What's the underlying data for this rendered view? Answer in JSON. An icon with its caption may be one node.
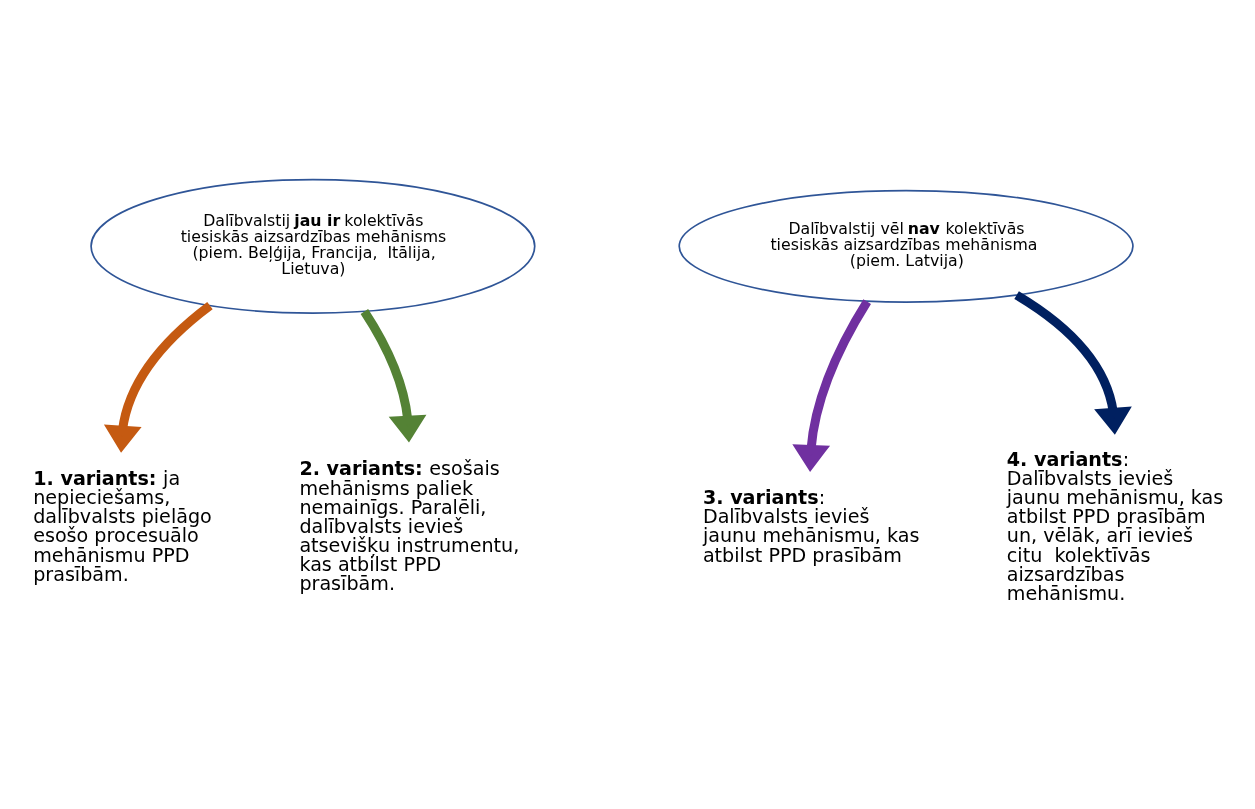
{
  "diagram": {
    "nodes": [
      {
        "text": [
          "Dalībvalstij **jau ir** kolektīvās tiesiskās aizsardzības mehānisms (piem. Beļģija, Francija,  Itālija, Lietuva)"
        ]
      },
      {
        "text": [
          "Dalībvalstij vēl **nav** kolektīvās tiesiskās aizsardzības mehānisma  (piem. Latvija)"
        ]
      },
      {
        "text": [
          "**1. variants:** ja nepieciešams, dalībvalsts pielāgo esošo procesuālo mehānismu PPD prasībām."
        ]
      },
      {
        "text": [
          "**2. variants:** esošais mehānisms paliek nemainīgs. Paralēli, dalībvalsts ievieš atsevišķu instrumentu, kas atbilst PPD prasībām."
        ]
      },
      {
        "text": [
          "**3. variants**: Dalībvalsts ievieš jaunu mehānismu, kas atbilst PPD prasībām"
        ]
      },
      {
        "text": [
          "**4. variants**: Dalībvalsts ievieš jaunu mehānismu, kas atbilst PPD prasībām un, vēlāk, arī ievieš citu  kolektīvās aizsardzības mehānismu."
        ]
      }
    ],
    "edges": [
      {
        "from": 0,
        "to": 2,
        "arrow": "to",
        "color": "#c55a11"
      },
      {
        "from": 0,
        "to": 3,
        "arrow": "to",
        "color": "#548235"
      },
      {
        "from": 1,
        "to": 4,
        "arrow": "to",
        "color": "#7030a0"
      },
      {
        "from": 1,
        "to": 5,
        "arrow": "to",
        "color": "#002060"
      }
    ]
  }
}
